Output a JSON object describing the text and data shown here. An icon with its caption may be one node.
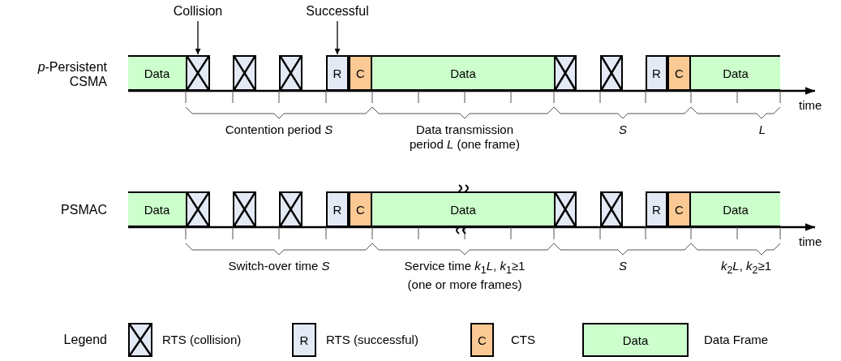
{
  "diagram": {
    "nodes": [
      {
        "text": [
          "Collision"
        ]
      },
      {
        "text": [
          "Successful"
        ]
      },
      {
        "text": [
          "Data"
        ]
      },
      {
        "text": [],
        "shape": "box"
      },
      {
        "text": [],
        "shape": "box"
      },
      {
        "text": [],
        "shape": "box"
      },
      {
        "text": [
          "R"
        ]
      },
      {
        "text": [
          "C"
        ]
      },
      {
        "text": [
          "Data"
        ]
      },
      {
        "text": [],
        "shape": "box"
      },
      {
        "text": [],
        "shape": "box"
      },
      {
        "text": [
          "R"
        ]
      },
      {
        "text": [
          "C"
        ]
      },
      {
        "text": [
          "Data"
        ]
      },
      {
        "text": [
          "Data"
        ]
      },
      {
        "text": [],
        "shape": "box"
      },
      {
        "text": [],
        "shape": "box"
      },
      {
        "text": [],
        "shape": "box"
      },
      {
        "text": [
          "R"
        ]
      },
      {
        "text": [
          "C"
        ]
      },
      {
        "text": [
          "Data"
        ]
      },
      {
        "text": [],
        "shape": "box"
      },
      {
        "text": [],
        "shape": "box"
      },
      {
        "text": [
          "R"
        ]
      },
      {
        "text": [
          "C"
        ]
      },
      {
        "text": [
          "Data"
        ]
      },
      {
        "text": [],
        "shape": "box",
        "beside": [
          "RTS (collision)"
        ]
      },
      {
        "text": [
          "R"
        ],
        "beside": [
          "RTS (successful)"
        ]
      },
      {
        "text": [
          "C"
        ],
        "beside": [
          "CTS"
        ]
      },
      {
        "text": [
          "Data"
        ],
        "beside": [
          "Data Frame"
        ]
      }
    ],
    "edges": [
      {
        "from": 0,
        "to": 3,
        "arrow": "to"
      },
      {
        "from": 1,
        "to": 6,
        "arrow": "to"
      }
    ],
    "labels": [
      "*p*-Persistent CSMA",
      "time",
      "Contention period *S*",
      "Data transmission period *L* (one frame)",
      "*S*",
      "*L*",
      "PSMAC",
      "time",
      "Switch-over time *S*",
      "Service time *k*$_{1}$*L*, *k*$_{1}$≥1 (one or more frames)",
      "*S*",
      "*k*$_{2}$*L*, *k*$_{2}$≥1",
      "Legend"
    ]
  }
}
